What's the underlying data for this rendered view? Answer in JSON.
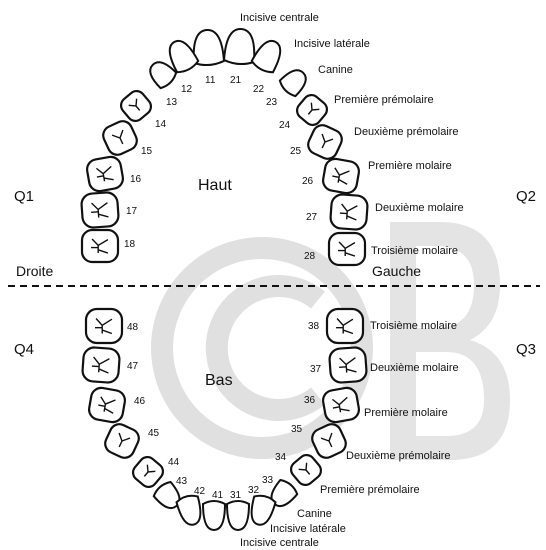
{
  "quadrants": {
    "q1": "Q1",
    "q2": "Q2",
    "q3": "Q3",
    "q4": "Q4"
  },
  "arches": {
    "upper": "Haut",
    "lower": "Bas"
  },
  "sides": {
    "right": "Droite",
    "left": "Gauche"
  },
  "upper_labels": {
    "central": "Incisive centrale",
    "lateral": "Incisive latérale",
    "canine": "Canine",
    "pm1": "Première prémolaire",
    "pm2": "Deuxième prémolaire",
    "m1": "Première molaire",
    "m2": "Deuxième molaire",
    "m3": "Troisième molaire"
  },
  "lower_labels": {
    "m3": "Troisième molaire",
    "m2": "Deuxième molaire",
    "m1": "Première molaire",
    "pm2": "Deuxième prémolaire",
    "pm1": "Première prémolaire",
    "canine": "Canine",
    "lateral": "Incisive latérale",
    "central": "Incisive centrale"
  },
  "tooth_numbers": {
    "t11": "11",
    "t12": "12",
    "t13": "13",
    "t14": "14",
    "t15": "15",
    "t16": "16",
    "t17": "17",
    "t18": "18",
    "t21": "21",
    "t22": "22",
    "t23": "23",
    "t24": "24",
    "t25": "25",
    "t26": "26",
    "t27": "27",
    "t28": "28",
    "t31": "31",
    "t32": "32",
    "t33": "33",
    "t34": "34",
    "t35": "35",
    "t36": "36",
    "t37": "37",
    "t38": "38",
    "t41": "41",
    "t42": "42",
    "t43": "43",
    "t44": "44",
    "t45": "45",
    "t46": "46",
    "t47": "47",
    "t48": "48"
  },
  "watermark": "©B",
  "colors": {
    "ink": "#111111",
    "watermark": "#dcdcdc"
  }
}
